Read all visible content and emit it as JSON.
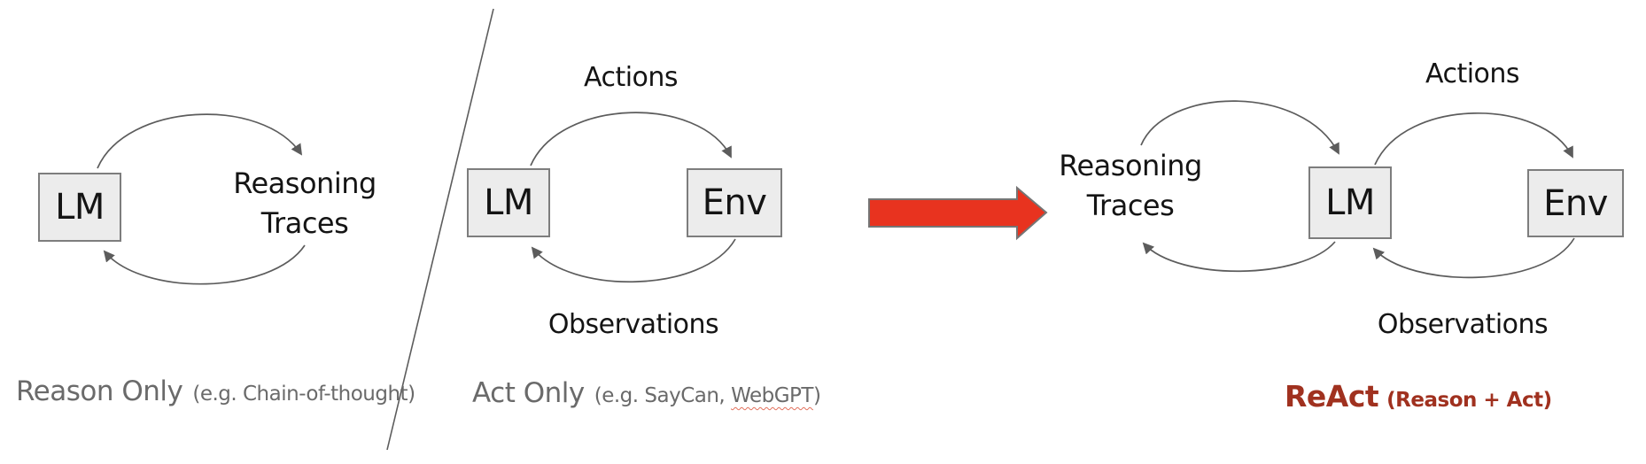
{
  "panels": {
    "reason_only": {
      "lm_label": "LM",
      "loop_label_line1": "Reasoning",
      "loop_label_line2": "Traces",
      "caption": "Reason Only",
      "caption_note": "(e.g. Chain-of-thought)"
    },
    "act_only": {
      "lm_label": "LM",
      "env_label": "Env",
      "top_label": "Actions",
      "bottom_label": "Observations",
      "caption": "Act Only",
      "caption_note_prefix": "(e.g. SayCan,",
      "caption_note_misspelled": "WebGPT",
      "caption_note_suffix": ")"
    },
    "react": {
      "lm_label": "LM",
      "env_label": "Env",
      "loop_label_line1": "Reasoning",
      "loop_label_line2": "Traces",
      "top_label": "Actions",
      "bottom_label": "Observations",
      "caption": "ReAct",
      "caption_note": "(Reason + Act)"
    }
  },
  "colors": {
    "arrow_red": "#E8331F",
    "react_caption": "#A0311F",
    "caption_gray": "#6A6A6A",
    "line_gray": "#5C5C5C",
    "box_fill": "#ECECEC",
    "box_border": "#7D7D7D",
    "squiggle": "#E2705C"
  }
}
